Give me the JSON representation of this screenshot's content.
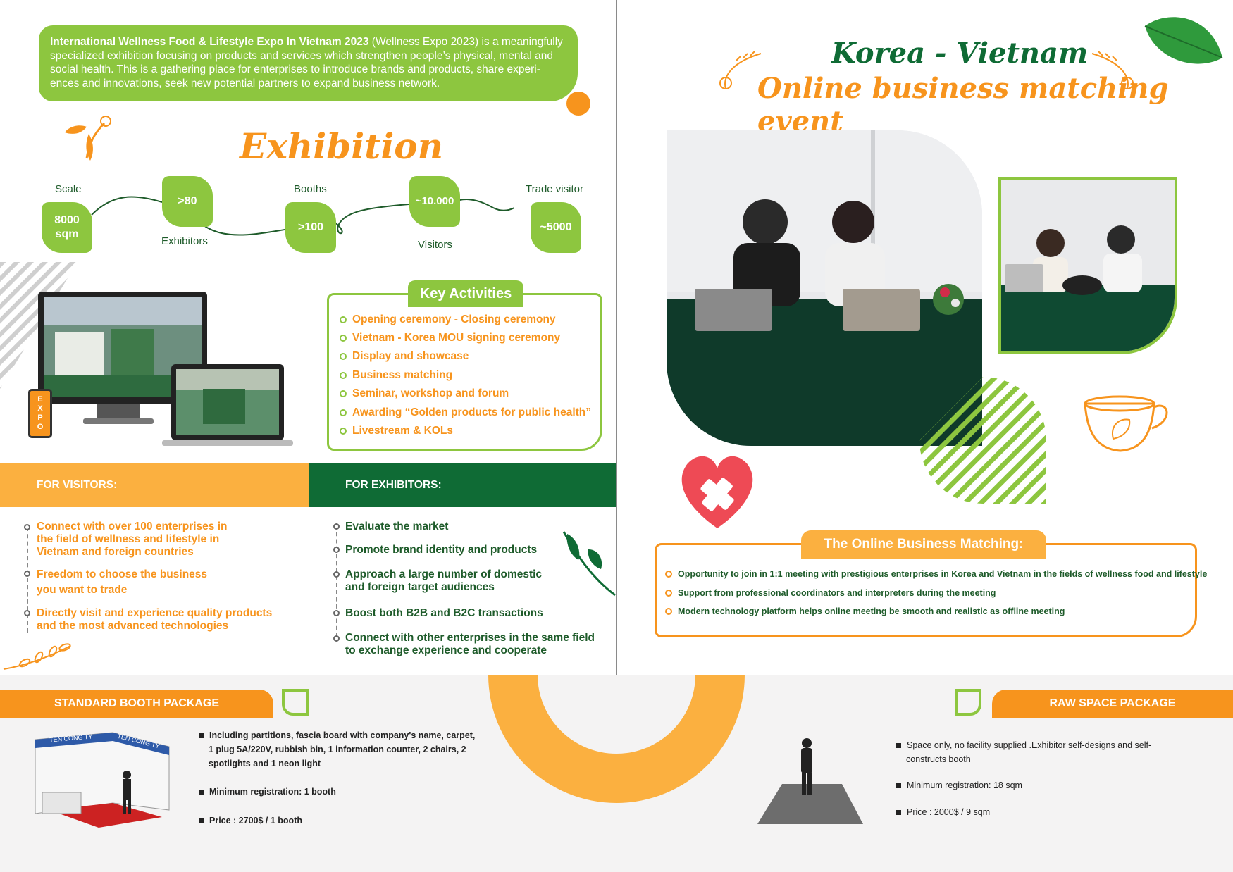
{
  "intro": {
    "bold": "International Wellness Food & Lifestyle Expo In Vietnam 2023",
    "text": " (Wellness Expo 2023) is a meaningfully specialized exhibition focusing on products and services which strengthen people’s physical, mental and social health. This is a gathering place for enterprises to introduce brands and products, share experi-ences and innovations, seek new potential partners to expand business network."
  },
  "exhibition": {
    "title": "Exhibition",
    "stats": [
      {
        "label": "Scale",
        "value": "8000 sqm"
      },
      {
        "label": "Exhibitors",
        "value": ">80"
      },
      {
        "label": "Booths",
        "value": ">100"
      },
      {
        "label": "Visitors",
        "value": "~10.000"
      },
      {
        "label": "Trade visitor",
        "value": "~5000"
      }
    ],
    "expo_badge": "EXPO"
  },
  "key_activities": {
    "title": "Key Activities",
    "items": [
      "Opening ceremony - Closing ceremony",
      "Vietnam - Korea MOU signing ceremony",
      "Display and showcase",
      "Business matching",
      "Seminar, workshop and forum",
      "Awarding “Golden products for public health”",
      "Livestream & KOLs"
    ]
  },
  "for_visitors": {
    "heading": "FOR VISITORS:",
    "items": [
      "Connect with over 100 enterprises in the field of wellness and lifestyle in Vietnam and foreign countries",
      "Freedom to choose the business you want to trade",
      "Directly visit and experience quality products and the most advanced technologies"
    ]
  },
  "for_exhibitors": {
    "heading": "FOR EXHIBITORS:",
    "items": [
      "Evaluate the market",
      "Promote brand identity and products",
      "Approach a large number of domestic and foreign target audiences",
      "Boost both B2B and B2C transactions",
      "Connect with other enterprises in the same field to exchange experience and cooperate"
    ]
  },
  "standard_booth": {
    "title": "STANDARD BOOTH PACKAGE",
    "fascia": "TÊN CÔNG TY",
    "items": [
      "Including partitions, fascia board with company's name, carpet, 1 plug 5A/220V, rubbish bin, 1 information counter, 2 chairs, 2 spotlights and 1 neon light",
      "Minimum registration: 1 booth",
      "Price : 2700$ / 1 booth"
    ]
  },
  "raw_space": {
    "title": "RAW SPACE PACKAGE",
    "items": [
      "Space only, no facility supplied .Exhibitor self-designs and self-constructs booth",
      "Minimum registration: 18 sqm",
      "Price : 2000$ / 9 sqm"
    ]
  },
  "matching": {
    "title_line1": "Korea - Vietnam",
    "title_line2": "Online business matching event",
    "box_title": "The Online Business Matching:",
    "items": [
      "Opportunity to join in 1:1 meeting with prestigious enterprises in Korea and Vietnam in the fields of wellness food and lifestyle",
      "Support from professional coordinators and interpreters during the meeting",
      "Modern technology platform helps online meeting be smooth and realistic as offline meeting"
    ]
  },
  "colors": {
    "green": "#8dc63f",
    "dark_green": "#0f6b35",
    "orange": "#f7941d",
    "yellow": "#fbb040"
  }
}
